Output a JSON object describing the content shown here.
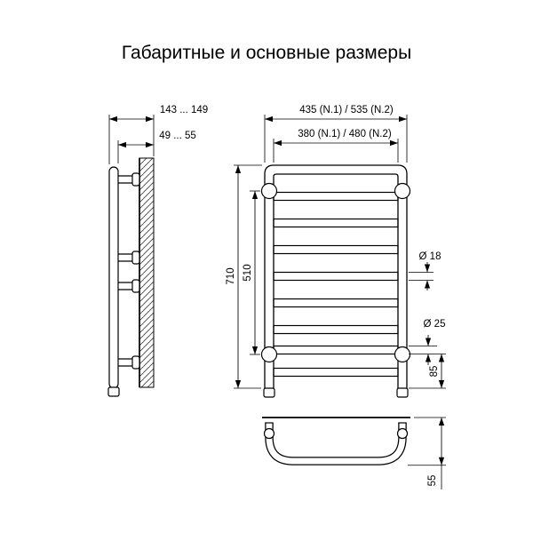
{
  "title": "Габаритные и основные размеры",
  "dimensions": {
    "side_depth_overall": "143 ... 149",
    "side_wall_gap": "49 ... 55",
    "front_width_overall": "435 (N.1) / 535 (N.2)",
    "front_width_inner": "380 (N.1) / 480 (N.2)",
    "front_height_overall": "710",
    "front_bracket_spacing": "510",
    "rung_diameter": "Ø 18",
    "collector_diameter": "Ø 25",
    "bottom_offset": "85",
    "wall_distance": "55"
  }
}
